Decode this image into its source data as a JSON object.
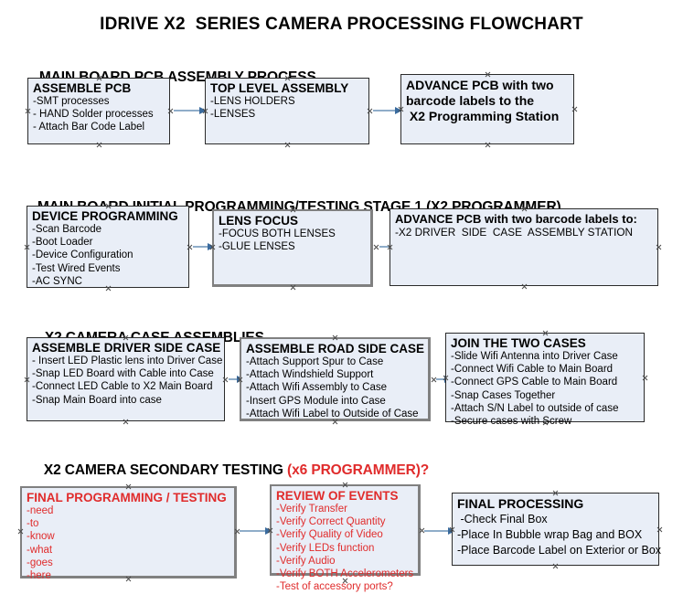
{
  "title": "IDRIVE X2  SERIES CAMERA PROCESSING FLOWCHART",
  "colors": {
    "box_fill": "#e9eef7",
    "box_border": "#2b2b2b",
    "box_border_thick": "#808080",
    "arrow_shaft": "#8fadc9",
    "arrow_head": "#3a6b9e",
    "accent_red": "#e02b2b",
    "text": "#000000",
    "background": "#ffffff"
  },
  "sections": [
    {
      "heading": "MAIN BOARD PCB ASSEMBLY PROCESS",
      "heading_accent": "",
      "boxes": [
        {
          "title": "ASSEMBLE PCB",
          "lines": [
            "-SMT processes",
            "- HAND Solder processes",
            "- Attach Bar Code Label"
          ]
        },
        {
          "title": "TOP LEVEL ASSEMBLY",
          "lines": [
            "-LENS HOLDERS",
            "-LENSES"
          ]
        },
        {
          "title": "ADVANCE PCB with two",
          "lines": [
            "barcode labels to the",
            " X2 Programming Station"
          ]
        }
      ]
    },
    {
      "heading": "MAIN BOARD INITIAL PROGRAMMING/TESTING STAGE 1 (X2 PROGRAMMER)",
      "heading_accent": "",
      "boxes": [
        {
          "title": "DEVICE PROGRAMMING",
          "lines": [
            "-Scan Barcode",
            "-Boot Loader",
            "-Device Configuration",
            "-Test Wired Events",
            "-AC SYNC"
          ]
        },
        {
          "title": "LENS FOCUS",
          "lines": [
            "-FOCUS BOTH LENSES",
            "-GLUE LENSES"
          ]
        },
        {
          "title": "ADVANCE PCB with two barcode labels to:",
          "lines": [
            "-X2 DRIVER  SIDE  CASE  ASSEMBLY STATION"
          ]
        }
      ]
    },
    {
      "heading": "X2 CAMERA CASE ASSEMBLIES",
      "heading_accent": "",
      "boxes": [
        {
          "title": "ASSEMBLE DRIVER SIDE CASE",
          "lines": [
            "- Insert LED Plastic lens into Driver Case",
            "-Snap LED Board with Cable into Case",
            "-Connect LED Cable to X2 Main Board",
            "-Snap Main Board into case"
          ]
        },
        {
          "title": "ASSEMBLE ROAD SIDE CASE",
          "lines": [
            "-Attach Support Spur to Case",
            "-Attach Windshield Support",
            "-Attach Wifi Assembly to Case",
            "-Insert GPS Module into Case",
            "-Attach Wifi Label to Outside of Case"
          ]
        },
        {
          "title": "JOIN THE TWO CASES",
          "lines": [
            "-Slide Wifi Antenna into Driver Case",
            "-Connect Wifi Cable to Main Board",
            "-Connect GPS Cable to Main Board",
            "-Snap Cases Together",
            "-Attach S/N Label to outside of case",
            "-Secure cases with Screw"
          ]
        }
      ]
    },
    {
      "heading": "X2 CAMERA SECONDARY TESTING ",
      "heading_accent": "(x6 PROGRAMMER)?",
      "boxes": [
        {
          "title": "FINAL PROGRAMMING / TESTING",
          "lines": [
            "-need",
            "-to",
            "-know",
            "-what",
            "-goes",
            "-here"
          ]
        },
        {
          "title": "REVIEW OF EVENTS",
          "lines": [
            "-Verify Transfer",
            "-Verify Correct Quantity",
            "-Verify Quality of Video",
            "-Verify LEDs function",
            "-Verify Audio",
            "-Verify BOTH Accelerometers",
            "-Test of accessory ports?"
          ]
        },
        {
          "title": "FINAL PROCESSING",
          "lines": [
            " -Check Final Box",
            "-Place In Bubble wrap Bag and BOX",
            "-Place Barcode Label on Exterior or Box"
          ]
        }
      ]
    }
  ]
}
